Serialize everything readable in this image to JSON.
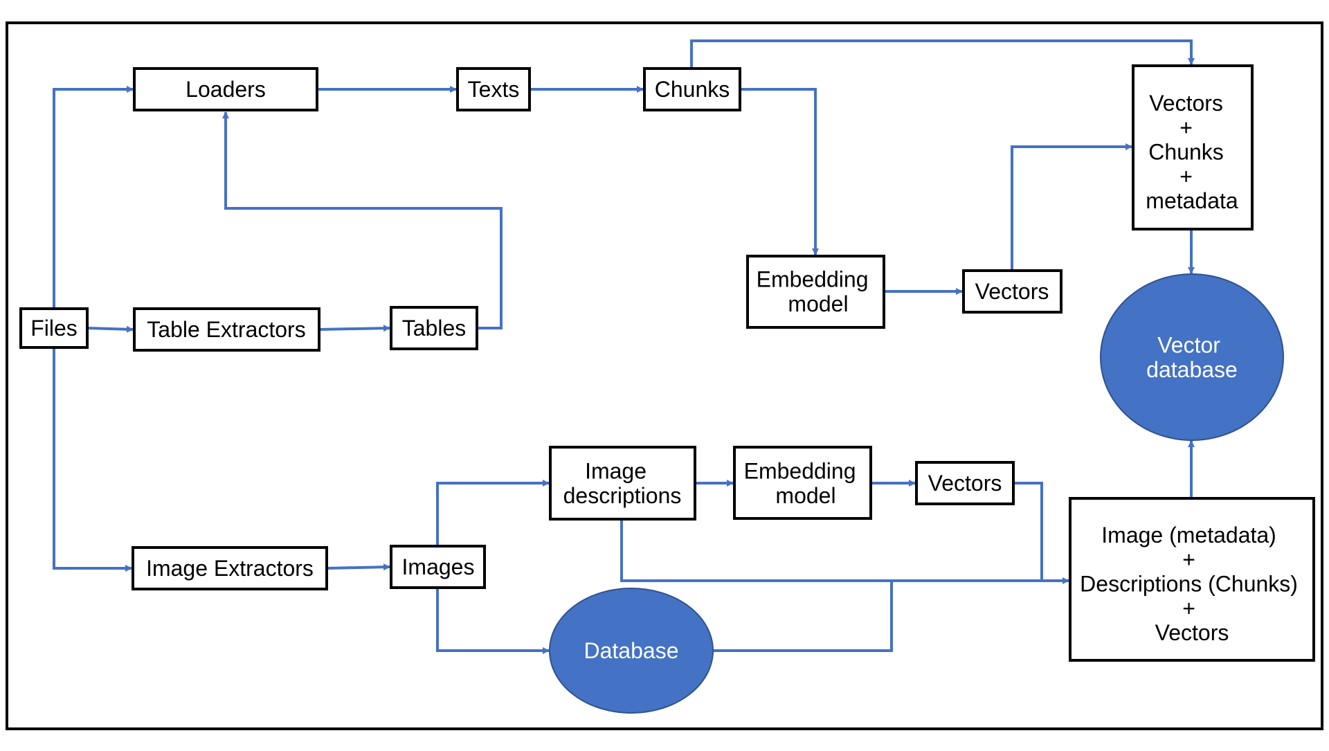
{
  "nodes": {
    "files": [
      "Files"
    ],
    "loaders": [
      "Loaders"
    ],
    "texts": [
      "Texts"
    ],
    "chunks": [
      "Chunks"
    ],
    "vectors_chunks_metadata": [
      "Vectors",
      "+",
      "Chunks",
      "+",
      "metadata"
    ],
    "table_extractors": [
      "Table Extractors"
    ],
    "tables": [
      "Tables"
    ],
    "embedding_model_text": [
      "Embedding",
      "model"
    ],
    "vectors_text": [
      "Vectors"
    ],
    "vector_database": [
      "Vector",
      "database"
    ],
    "image_extractors": [
      "Image Extractors"
    ],
    "images": [
      "Images"
    ],
    "image_descriptions": [
      "Image",
      "descriptions"
    ],
    "embedding_model_image": [
      "Embedding",
      "model"
    ],
    "vectors_image": [
      "Vectors"
    ],
    "database": [
      "Database"
    ],
    "image_metadata_combo": [
      "Image (metadata)",
      "+",
      "Descriptions (Chunks)",
      "+",
      "Vectors"
    ]
  },
  "colors": {
    "connector": "#4472c4",
    "ellipse_fill": "#4472c4",
    "box_border": "#000000"
  }
}
